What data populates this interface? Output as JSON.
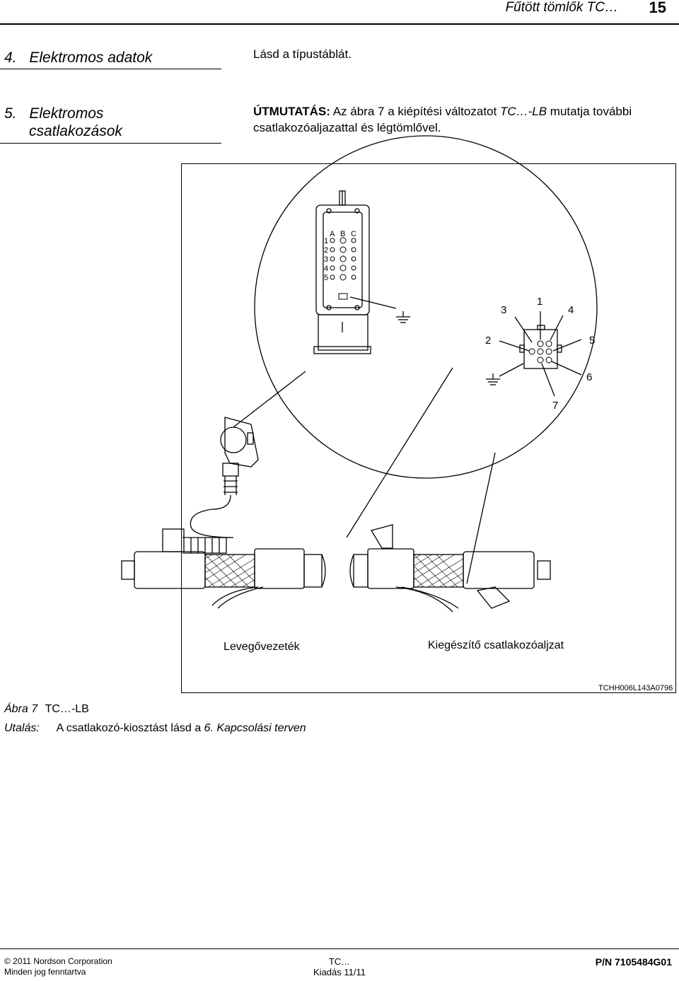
{
  "header": {
    "title": "Fűtött tömlők TC…",
    "page_number": "15"
  },
  "sections": [
    {
      "number": "4.",
      "title": "Elektromos adatok",
      "body": "Lásd a típustáblát."
    },
    {
      "number": "5.",
      "title_line1": "Elektromos",
      "title_line2": "csatlakozások",
      "note_label": "ÚTMUTATÁS:",
      "note_text_a": "Az ábra 7 a kiépítési változatot ",
      "note_model": "TC…-LB",
      "note_text_b": " mutatja további",
      "note_line2": "csatlakozóaljazattal és légtömlővel."
    }
  ],
  "figure": {
    "connector_cols": [
      "A",
      "B",
      "C"
    ],
    "connector_rows": [
      "1",
      "2",
      "3",
      "4",
      "5"
    ],
    "pin_labels": [
      "1",
      "2",
      "3",
      "4",
      "5",
      "6",
      "7"
    ],
    "label_air": "Levegővezeték",
    "label_socket": "Kiegészítő csatlakozóaljzat",
    "code": "TCHH006L143A0796"
  },
  "caption": {
    "figure_label": "Ábra 7",
    "figure_model": "TC…-LB",
    "note_label": "Utalás:",
    "note_text_a": "A csatlakozó-kiosztást lásd a ",
    "note_text_b": "6. Kapcsolási terven"
  },
  "footer": {
    "copyright": "© 2011 Nordson Corporation",
    "rights": "Minden jog fenntartva",
    "model": "TC…",
    "edition": "Kiadás 11/11",
    "part_number": "P/N 7105484G01"
  }
}
